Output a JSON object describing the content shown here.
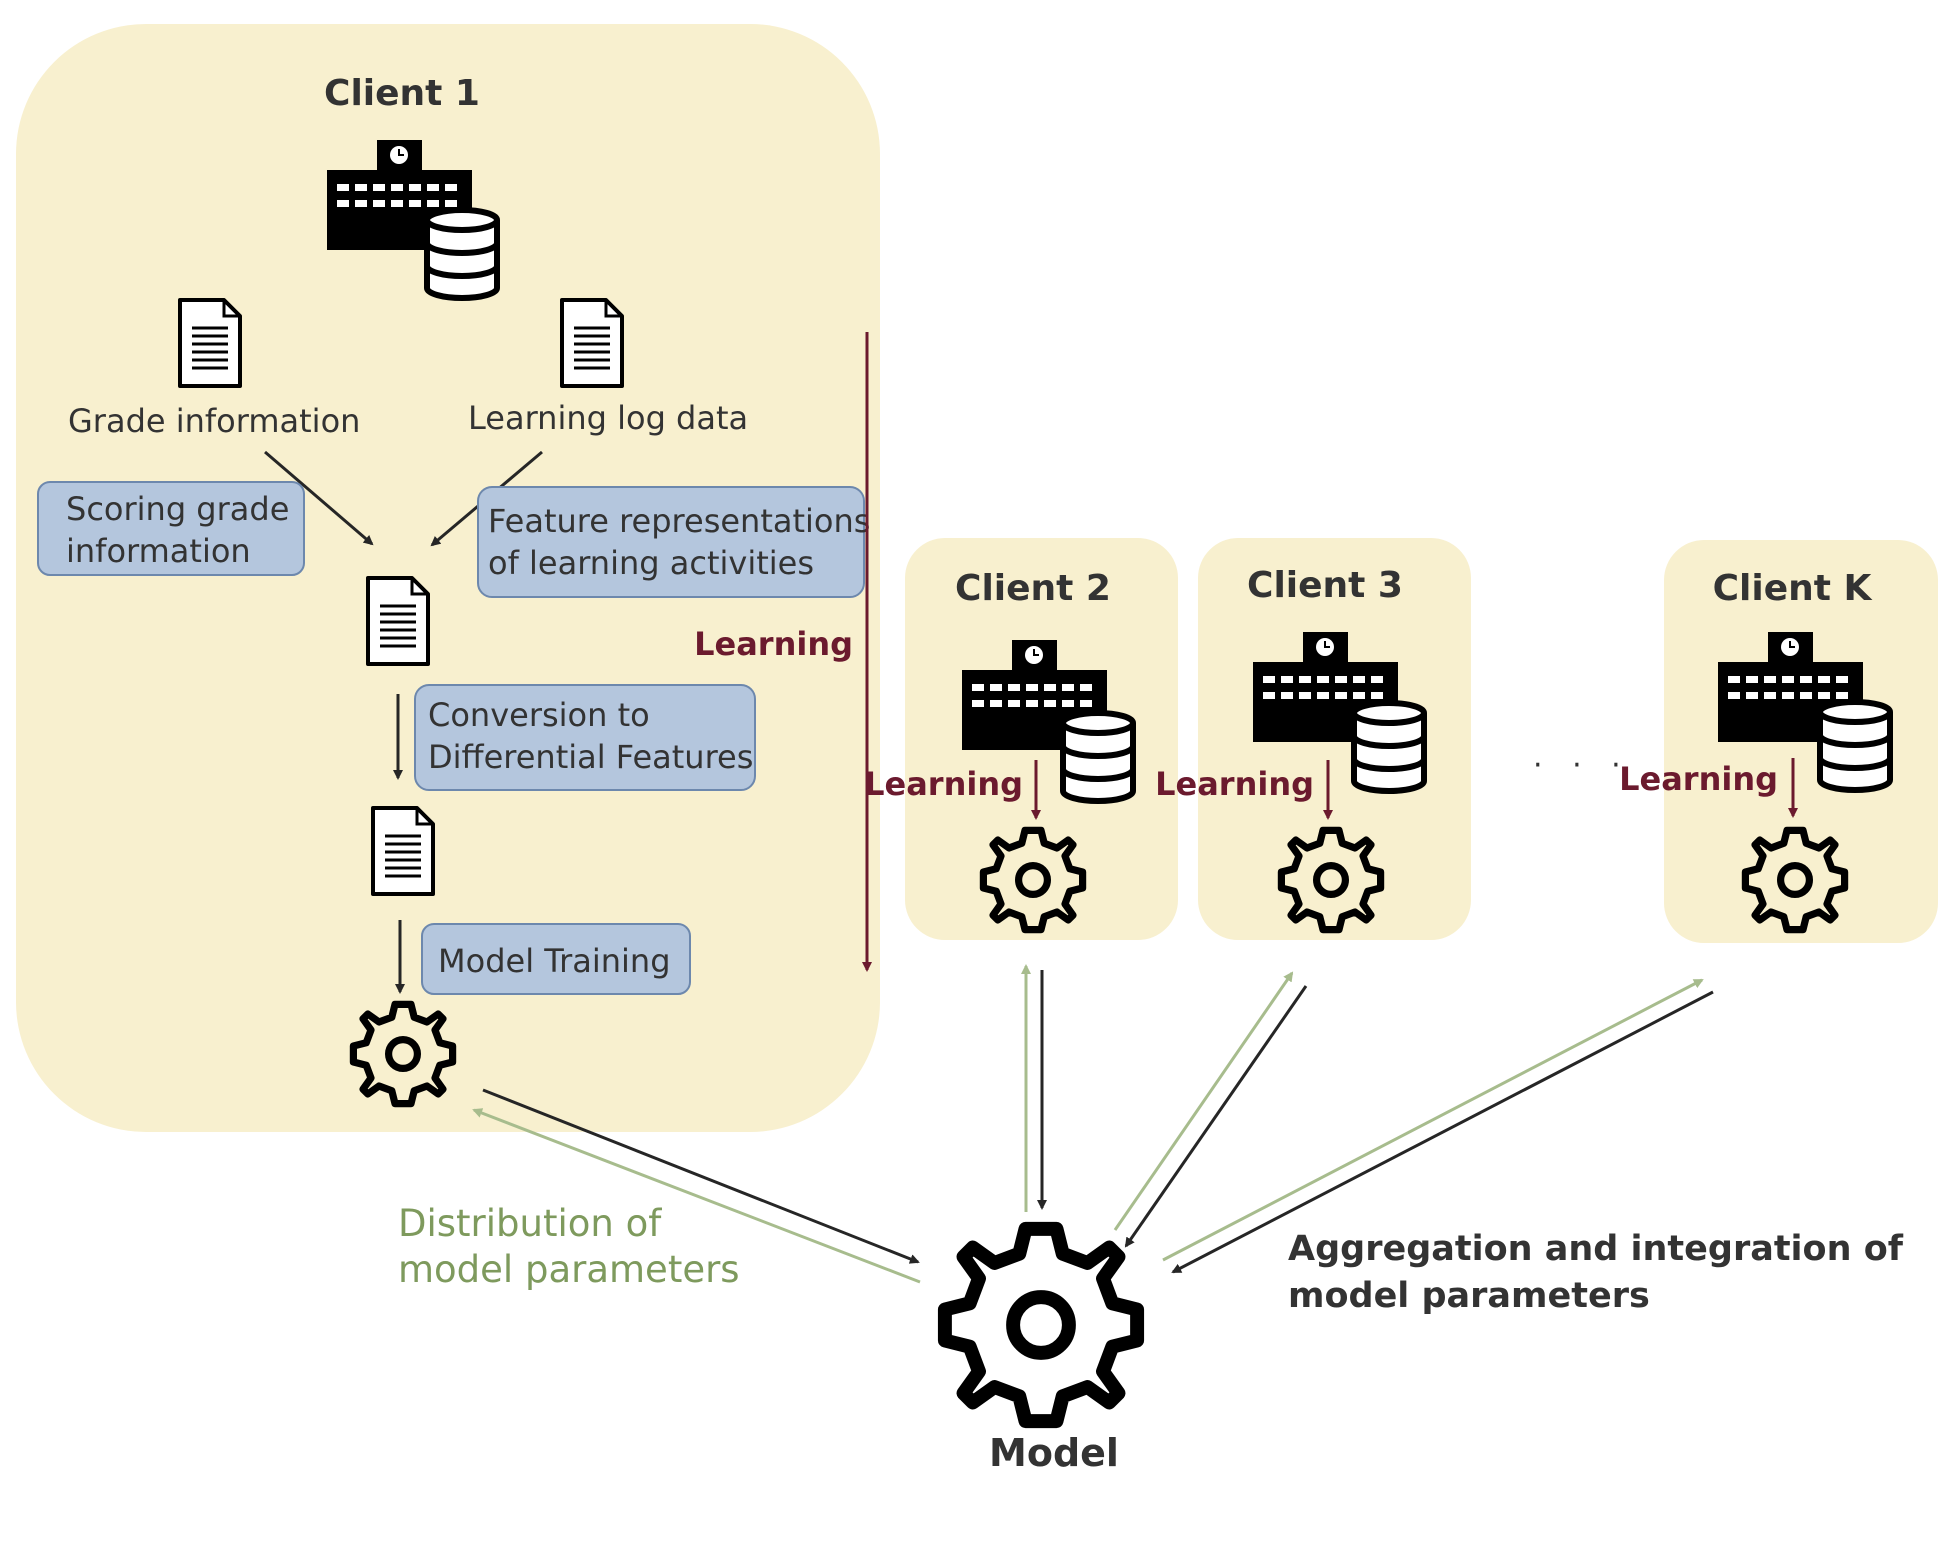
{
  "clients": [
    {
      "title": "Client 1"
    },
    {
      "title": "Client 2",
      "learning_label": "Learning"
    },
    {
      "title": "Client 3",
      "learning_label": "Learning"
    },
    {
      "title": "Client K",
      "learning_label": "Learning"
    }
  ],
  "client1": {
    "grade_info_label": "Grade information",
    "learning_log_label": "Learning log data",
    "scoring_box": [
      "Scoring grade",
      "information"
    ],
    "feature_box": [
      "Feature representations",
      "of learning activities"
    ],
    "conversion_box": [
      "Conversion to",
      "Differential Features"
    ],
    "training_box": "Model Training",
    "learning_label": "Learning"
  },
  "ellipsis": "· · ·",
  "distribution_label": [
    "Distribution of",
    "model parameters"
  ],
  "aggregation_label": [
    "Aggregation and integration of",
    "model parameters"
  ],
  "model_label": "Model",
  "colors": {
    "panel": "#f8f0cf",
    "box_fill": "#b4c6dd",
    "box_stroke": "#6d88ad",
    "learning": "#6b1a2e",
    "distribution": "#a7bc8d",
    "aggregation": "#262626"
  },
  "icons": [
    "school-building-icon",
    "database-icon",
    "document-icon",
    "gear-icon"
  ]
}
